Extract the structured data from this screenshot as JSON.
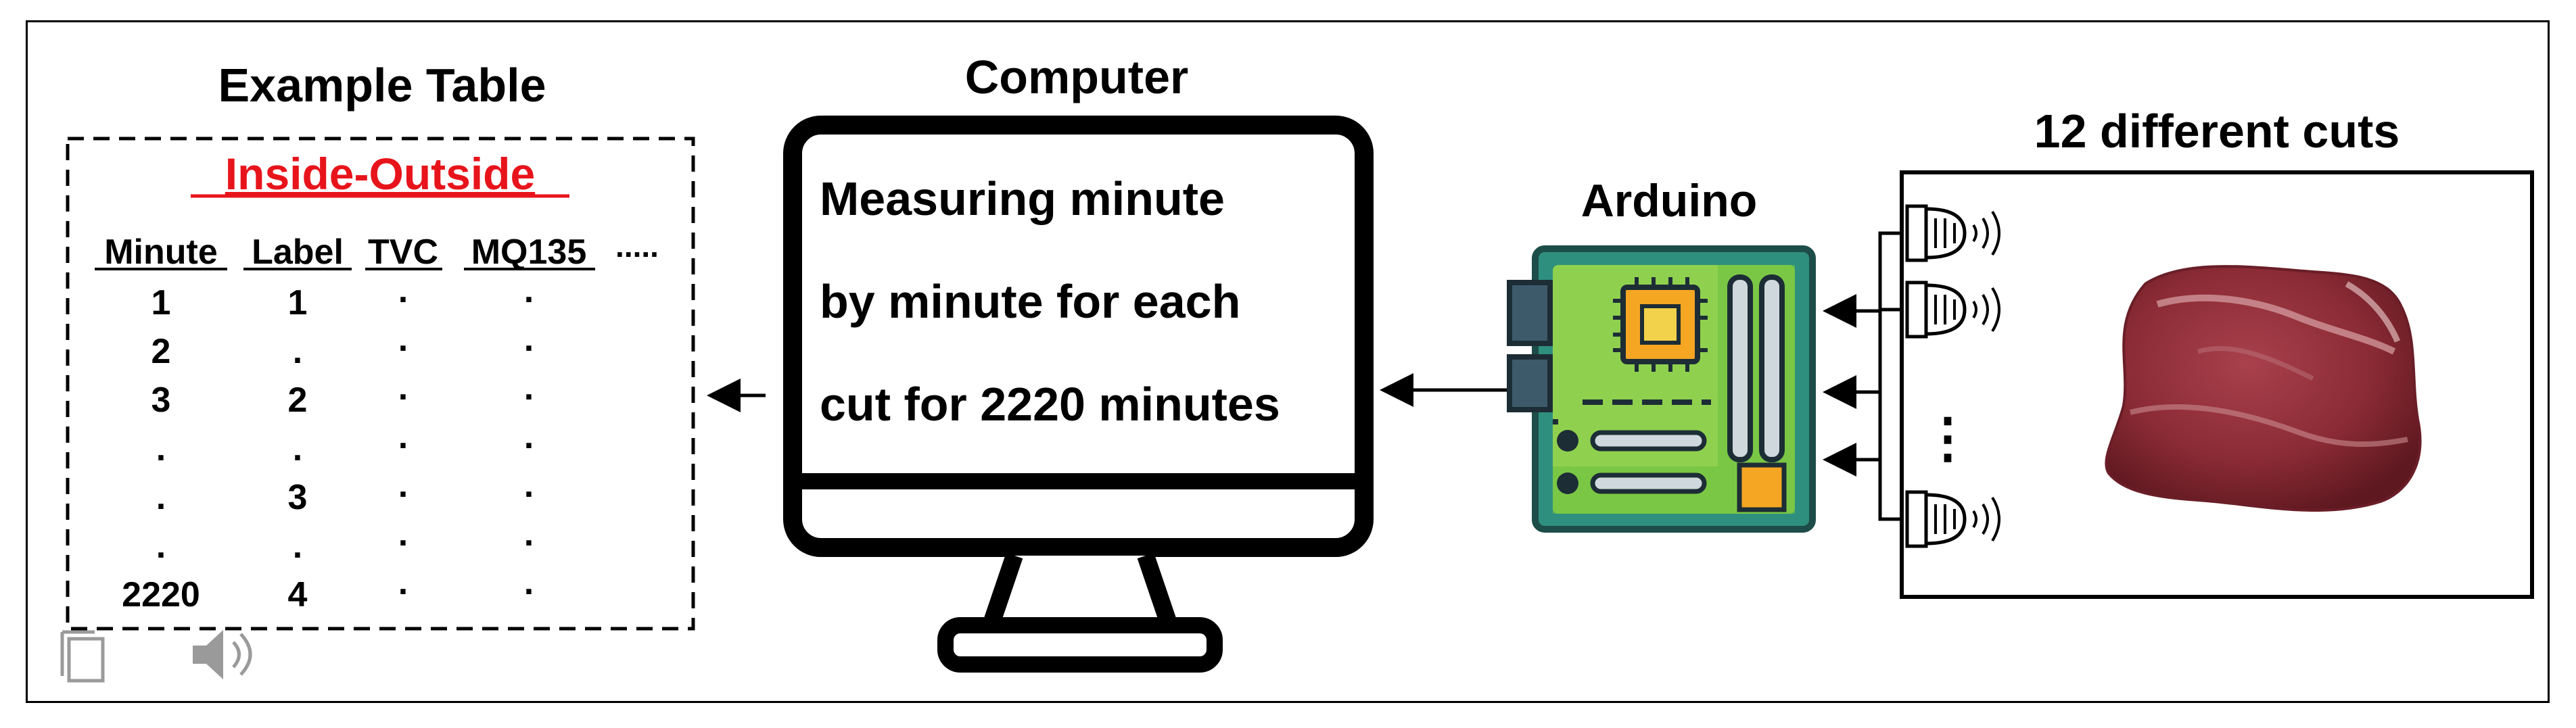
{
  "table": {
    "title": "Example Table",
    "subtitle": "Inside-Outside",
    "columns": [
      "Minute",
      "Label",
      "TVC",
      "MQ135",
      "....."
    ],
    "rows": [
      [
        "1",
        "1",
        ".",
        "."
      ],
      [
        "2",
        ".",
        ".",
        "."
      ],
      [
        "3",
        "2",
        ".",
        "."
      ],
      [
        ".",
        ".",
        ".",
        "."
      ],
      [
        ".",
        "3",
        ".",
        "."
      ],
      [
        ".",
        ".",
        ".",
        "."
      ],
      [
        "2220",
        "4",
        ".",
        "."
      ]
    ]
  },
  "computer": {
    "title": "Computer",
    "screen_lines": [
      "Measuring minute",
      "by minute for each",
      "cut for 2220 minutes"
    ]
  },
  "arduino": {
    "title": "Arduino"
  },
  "cuts": {
    "title": "12 different cuts",
    "dots": "⋮"
  },
  "colors": {
    "board_green": "#2f8f7f",
    "board_light": "#8fd14f",
    "chip_orange": "#f5a623",
    "accent_red": "#e8141b",
    "meat": "#8b2b35"
  }
}
